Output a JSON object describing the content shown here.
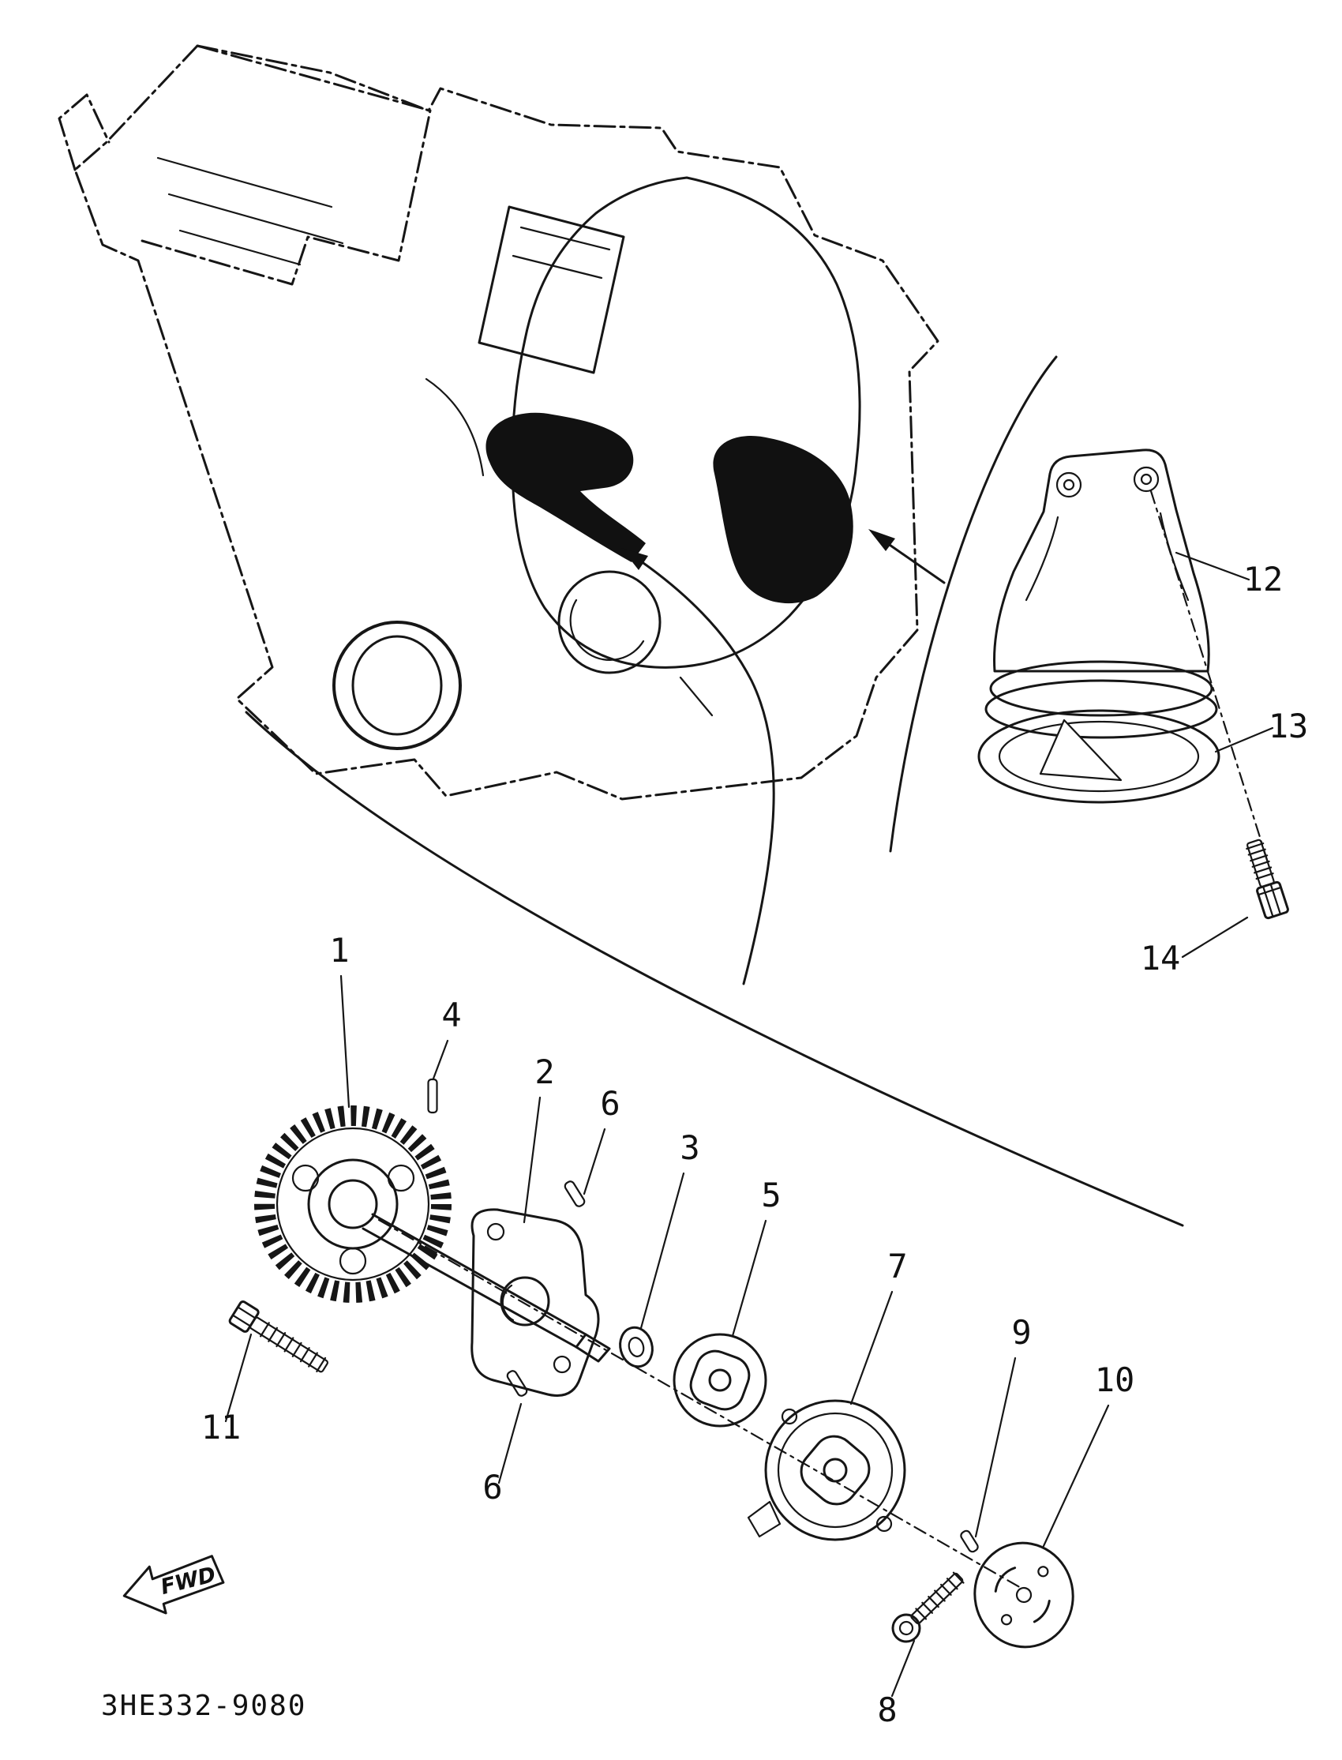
{
  "diagram": {
    "code": "3HE332-9080",
    "fwd_label": "FWD",
    "callouts": [
      {
        "part": "1"
      },
      {
        "part": "4"
      },
      {
        "part": "2"
      },
      {
        "part": "6"
      },
      {
        "part": "3"
      },
      {
        "part": "5"
      },
      {
        "part": "7"
      },
      {
        "part": "9"
      },
      {
        "part": "10"
      },
      {
        "part": "11"
      },
      {
        "part": "6"
      },
      {
        "part": "8"
      },
      {
        "part": "12"
      },
      {
        "part": "13"
      },
      {
        "part": "14"
      }
    ]
  }
}
